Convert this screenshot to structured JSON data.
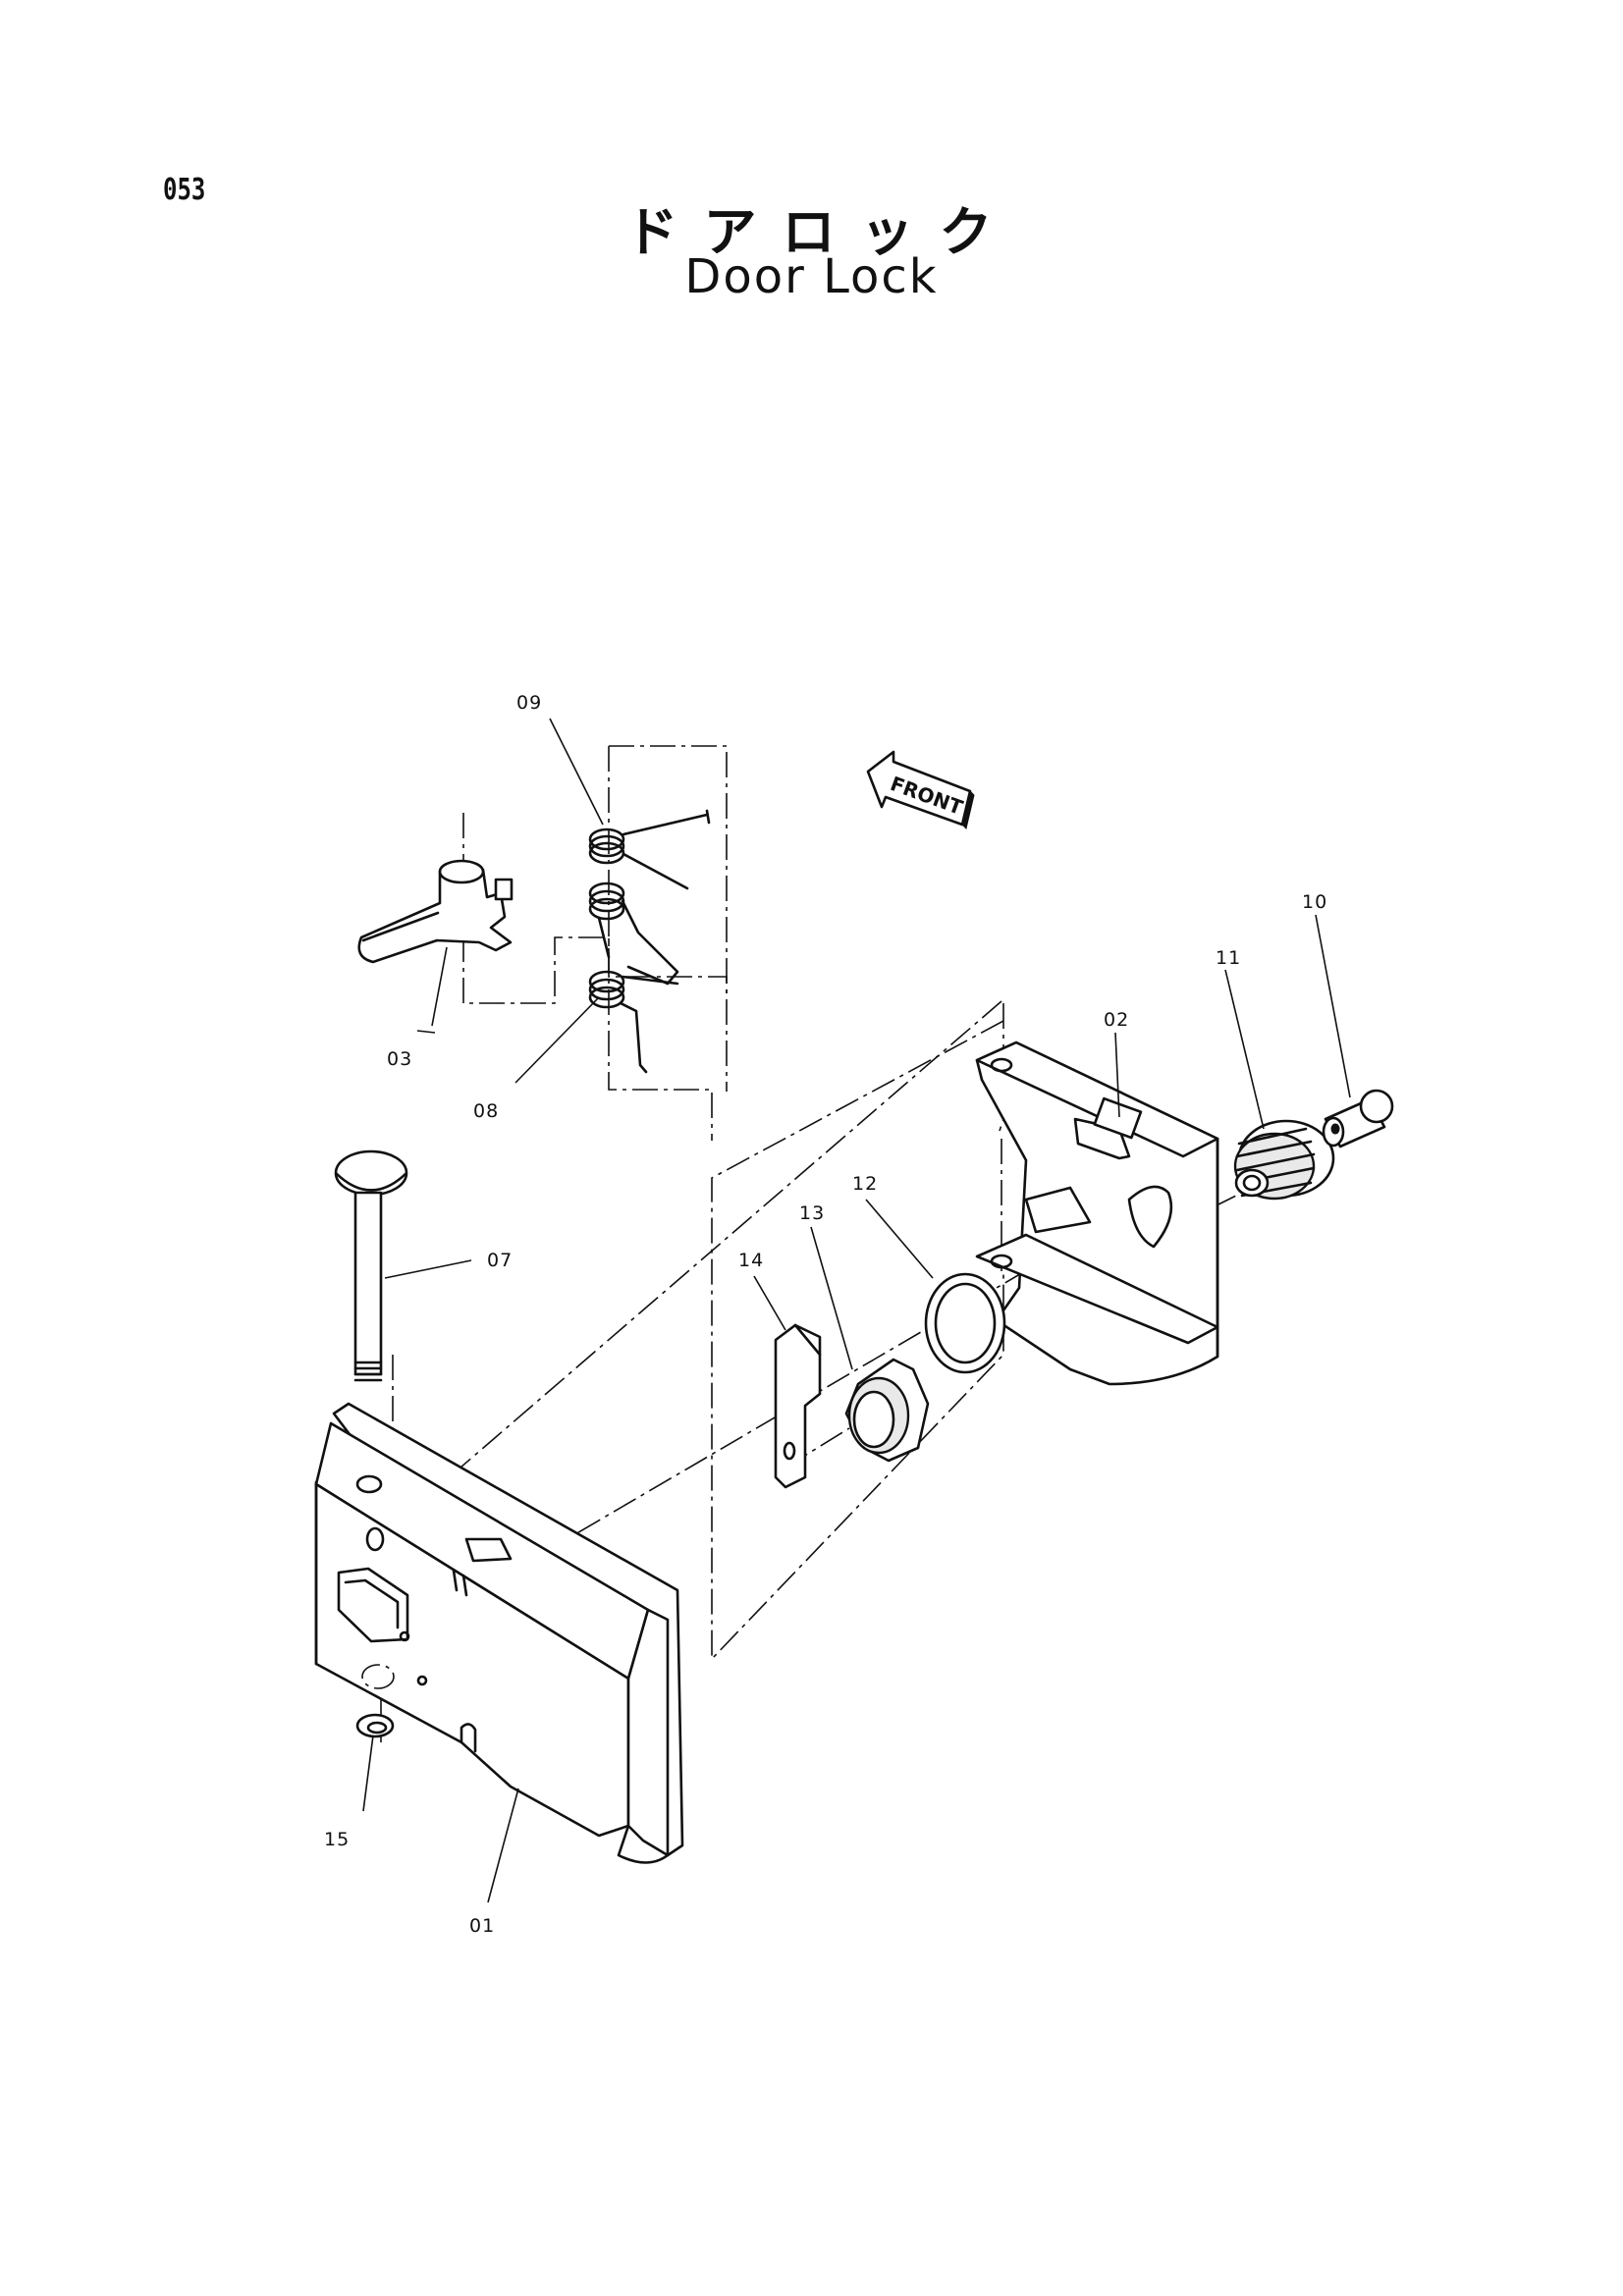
{
  "page": {
    "number": "053"
  },
  "title": {
    "japanese": "ドアロック",
    "english": "Door Lock"
  },
  "direction_marker": {
    "label": "FRONT"
  },
  "callouts": [
    {
      "id": "01"
    },
    {
      "id": "02"
    },
    {
      "id": "03"
    },
    {
      "id": "07"
    },
    {
      "id": "08"
    },
    {
      "id": "09"
    },
    {
      "id": "10"
    },
    {
      "id": "11"
    },
    {
      "id": "12"
    },
    {
      "id": "13"
    },
    {
      "id": "14"
    },
    {
      "id": "15"
    }
  ]
}
